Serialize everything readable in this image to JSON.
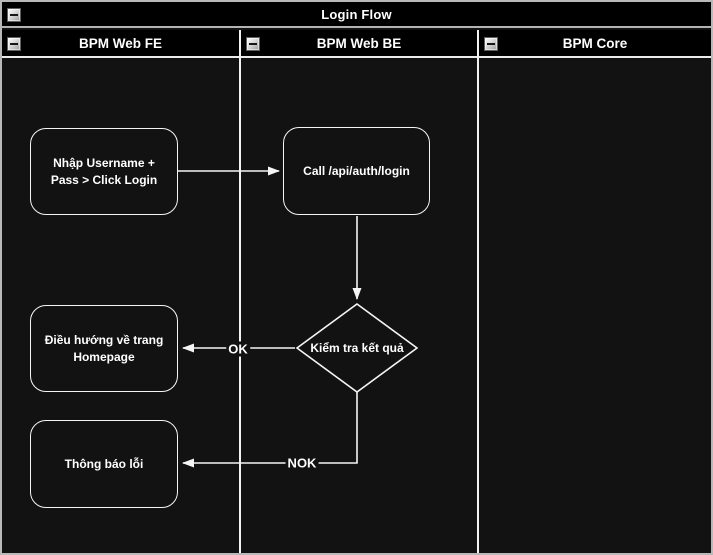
{
  "diagram": {
    "title": "Login Flow",
    "lanes": [
      {
        "label": "BPM Web FE"
      },
      {
        "label": "BPM Web BE"
      },
      {
        "label": "BPM Core"
      }
    ],
    "nodes": {
      "input": {
        "label": "Nhập Username + Pass > Click Login",
        "shape": "rounded-rect",
        "lane": "BPM Web FE"
      },
      "call": {
        "label": "Call /api/auth/login",
        "shape": "rounded-rect",
        "lane": "BPM Web BE"
      },
      "check": {
        "label": "Kiểm tra kết quả",
        "shape": "diamond",
        "lane": "BPM Web BE"
      },
      "home": {
        "label": "Điều hướng về trang Homepage",
        "shape": "rounded-rect",
        "lane": "BPM Web FE"
      },
      "error": {
        "label": "Thông báo lỗi",
        "shape": "rounded-rect",
        "lane": "BPM Web FE"
      }
    },
    "edges": {
      "input_to_call": {
        "from": "input",
        "to": "call",
        "label": ""
      },
      "call_to_check": {
        "from": "call",
        "to": "check",
        "label": ""
      },
      "check_to_home": {
        "from": "check",
        "to": "home",
        "label": "OK"
      },
      "check_to_error": {
        "from": "check",
        "to": "error",
        "label": "NOK"
      }
    },
    "icons": {
      "collapse": "minus-icon"
    },
    "colors": {
      "body_background": "#121212",
      "bar_fill": "#000000",
      "line": "#f5f5f5",
      "outer_border": "#b9b9b9",
      "text": "#ffffff"
    }
  }
}
